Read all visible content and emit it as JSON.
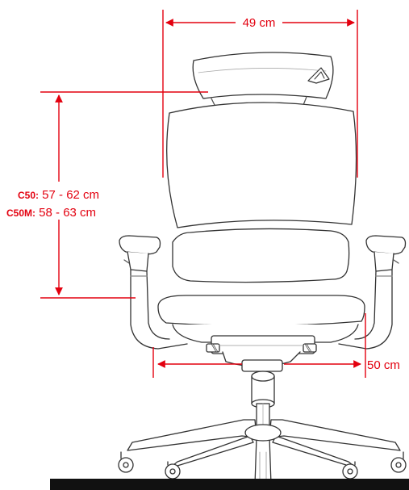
{
  "dimensions": {
    "width": {
      "value_label": "49 cm"
    },
    "height": {
      "lines": [
        {
          "model": "C50:",
          "range": " 57 - 62 cm"
        },
        {
          "model": "C50M:",
          "range": " 58 - 63 cm"
        }
      ]
    },
    "depth": {
      "value_label": "50 cm"
    }
  },
  "colors": {
    "dimension": "#e3000f",
    "outline": "#333333",
    "bar": "#111111"
  }
}
